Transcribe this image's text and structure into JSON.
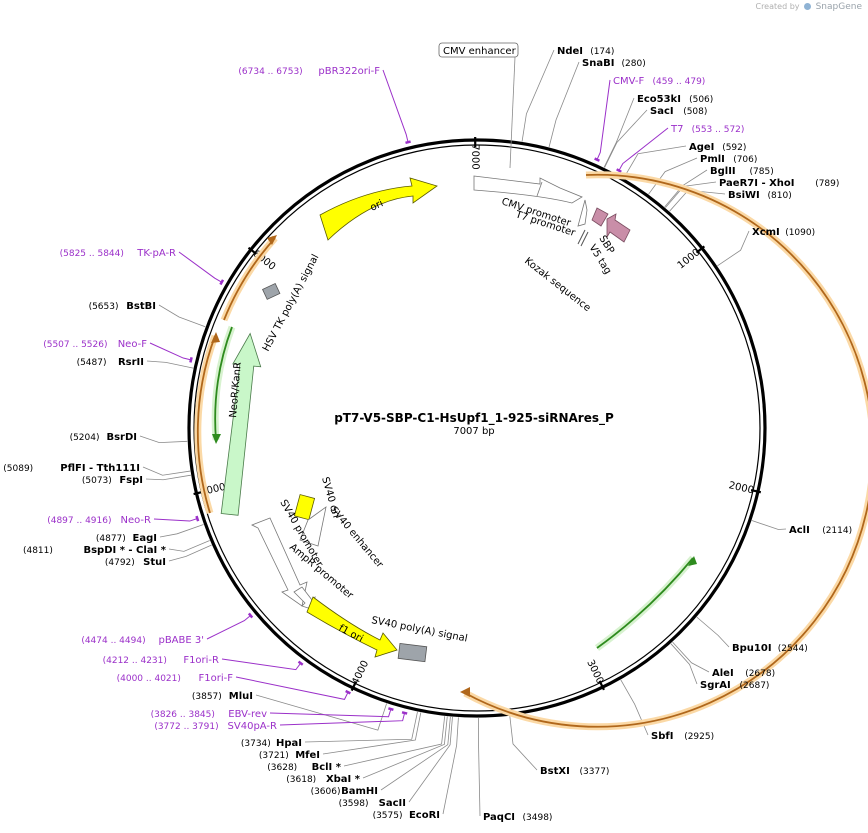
{
  "credit": {
    "prefix": "Created by",
    "brand": "SnapGene"
  },
  "plasmid": {
    "name": "pT7-V5-SBP-C1-HsUpf1_1-925-siRNAres_P",
    "size_label": "7007 bp",
    "length": 7007
  },
  "ticks": [
    {
      "pos": 1000,
      "label": "1000"
    },
    {
      "pos": 2000,
      "label": "2000"
    },
    {
      "pos": 3000,
      "label": "3000"
    },
    {
      "pos": 4000,
      "label": "4000"
    },
    {
      "pos": 5000,
      "label": "5000"
    },
    {
      "pos": 6000,
      "label": "6000"
    },
    {
      "pos": 7000,
      "label": "7000"
    }
  ],
  "colors": {
    "enzyme": "#000000",
    "primer": "#9b30c9",
    "backbone": "#000000",
    "ori": "#ffff00",
    "orange": "#f5a623",
    "green": "#2e9b1e",
    "neo": "#c9f7c9",
    "pink": "#c98ea8",
    "gray": "#9ea4aa"
  },
  "enzymes": [
    {
      "name": "NdeI",
      "pos": "(174)"
    },
    {
      "name": "SnaBI",
      "pos": "(280)"
    },
    {
      "name": "Eco53kI",
      "pos": "(506)"
    },
    {
      "name": "SacI",
      "pos": "(508)"
    },
    {
      "name": "AgeI",
      "pos": "(592)"
    },
    {
      "name": "PmlI",
      "pos": "(706)"
    },
    {
      "name": "BglII",
      "pos": "(785)"
    },
    {
      "name": "PaeR7I  - XhoI",
      "pos": "(789)"
    },
    {
      "name": "BsiWI",
      "pos": "(810)"
    },
    {
      "name": "XcmI",
      "pos": "(1090)"
    },
    {
      "name": "AclI",
      "pos": "(2114)"
    },
    {
      "name": "Bpu10I",
      "pos": "(2544)"
    },
    {
      "name": "AleI",
      "pos": "(2678)"
    },
    {
      "name": "SgrAI",
      "pos": "(2687)"
    },
    {
      "name": "SbfI",
      "pos": "(2925)"
    },
    {
      "name": "BstXI",
      "pos": "(3377)"
    },
    {
      "name": "PaqCI",
      "pos": "(3498)"
    },
    {
      "name": "EcoRI",
      "pos": "(3575)"
    },
    {
      "name": "SacII",
      "pos": "(3598)"
    },
    {
      "name": "BamHI",
      "pos": "(3606)"
    },
    {
      "name": "XbaI *",
      "pos": "(3618)"
    },
    {
      "name": "BclI *",
      "pos": "(3628)"
    },
    {
      "name": "MfeI",
      "pos": "(3721)"
    },
    {
      "name": "HpaI",
      "pos": "(3734)"
    },
    {
      "name": "MluI",
      "pos": "(3857)"
    },
    {
      "name": "StuI",
      "pos": "(4792)"
    },
    {
      "name": "BspDI *  - ClaI *",
      "pos": "(4811)"
    },
    {
      "name": "EagI",
      "pos": "(4877)"
    },
    {
      "name": "FspI",
      "pos": "(5073)"
    },
    {
      "name": "PflFI  - Tth111I",
      "pos": "(5089)"
    },
    {
      "name": "BsrDI",
      "pos": "(5204)"
    },
    {
      "name": "RsrII",
      "pos": "(5487)"
    },
    {
      "name": "BstBI",
      "pos": "(5653)"
    }
  ],
  "primers": [
    {
      "name": "pBR322ori-F",
      "range": "(6734 .. 6753)"
    },
    {
      "name": "CMV-F",
      "range": "(459 .. 479)"
    },
    {
      "name": "T7",
      "range": "(553 .. 572)"
    },
    {
      "name": "TK-pA-R",
      "range": "(5825 .. 5844)"
    },
    {
      "name": "Neo-F",
      "range": "(5507 .. 5526)"
    },
    {
      "name": "Neo-R",
      "range": "(4897 .. 4916)"
    },
    {
      "name": "pBABE 3'",
      "range": "(4474 .. 4494)"
    },
    {
      "name": "F1ori-R",
      "range": "(4212 .. 4231)"
    },
    {
      "name": "F1ori-F",
      "range": "(4000 .. 4021)"
    },
    {
      "name": "EBV-rev",
      "range": "(3826 .. 3845)"
    },
    {
      "name": "SV40pA-R",
      "range": "(3772 .. 3791)"
    }
  ],
  "features": [
    {
      "name": "CMV enhancer"
    },
    {
      "name": "CMV promoter"
    },
    {
      "name": "T7 promoter"
    },
    {
      "name": "SBP"
    },
    {
      "name": "V5 tag"
    },
    {
      "name": "Kozak sequence"
    },
    {
      "name": "ori"
    },
    {
      "name": "HSV TK poly(A) signal"
    },
    {
      "name": "NeoR/KanR"
    },
    {
      "name": "SV40 ori"
    },
    {
      "name": "SV40 enhancer"
    },
    {
      "name": "SV40 promoter"
    },
    {
      "name": "AmpR promoter"
    },
    {
      "name": "f1 ori"
    },
    {
      "name": "SV40 poly(A) signal"
    }
  ]
}
